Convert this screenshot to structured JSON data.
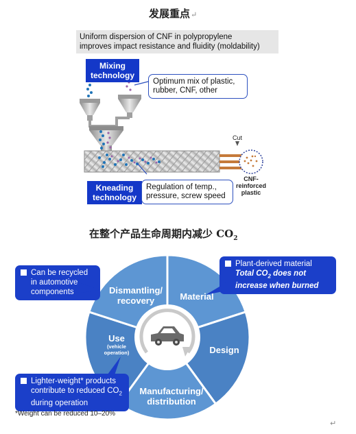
{
  "top_heading": "发展重点",
  "para_mark": "↵",
  "banner": {
    "line1": "Uniform dispersion of CNF in polypropylene",
    "line2": "improves impact resistance and fluidity (moldability)"
  },
  "mixing_label": {
    "line1": "Mixing",
    "line2": "technology"
  },
  "mixing_callout": {
    "line1": "Optimum mix of plastic,",
    "line2": "rubber, CNF, other"
  },
  "kneading_label": {
    "line1": "Kneading",
    "line2": "technology"
  },
  "kneading_callout": {
    "line1": "Regulation of temp.,",
    "line2": "pressure, screw speed"
  },
  "cut_label": "Cut",
  "cnf_label": {
    "line1": "CNF-",
    "line2": "reinforced",
    "line3": "plastic"
  },
  "mid_heading": {
    "text": "在整个产品生命周期内减少 CO",
    "sub": "2"
  },
  "wheel": {
    "segments": {
      "dismantling": {
        "line1": "Dismantling/",
        "line2": "recovery"
      },
      "material": "Material",
      "design": "Design",
      "manufacturing": {
        "line1": "Manufacturing/",
        "line2": "distribution"
      },
      "use": {
        "line1": "Use",
        "sub1": "(vehicle",
        "sub2": "operation)"
      }
    },
    "colors": {
      "segment": "#5d96d3",
      "segment_dark": "#4a82c4",
      "hub": "#ffffff",
      "car": "#6a6a6a"
    }
  },
  "bubble_recycle": {
    "line1": "Can be recycled",
    "line2": "in automotive",
    "line3": "components"
  },
  "bubble_plant": {
    "line1": "Plant-derived material",
    "line2": "Total CO",
    "line2_sub": "2",
    "line2_rest": " does not",
    "line3": "increase when burned"
  },
  "bubble_light": {
    "line1": "Lighter-weight* products",
    "line2": "contribute to reduced CO",
    "line2_sub": "2",
    "line3": "during operation"
  },
  "footnote": "*Weight can be reduced 10–20%",
  "colors": {
    "accent_blue": "#1438c8",
    "banner_gray": "#e6e6e6"
  }
}
